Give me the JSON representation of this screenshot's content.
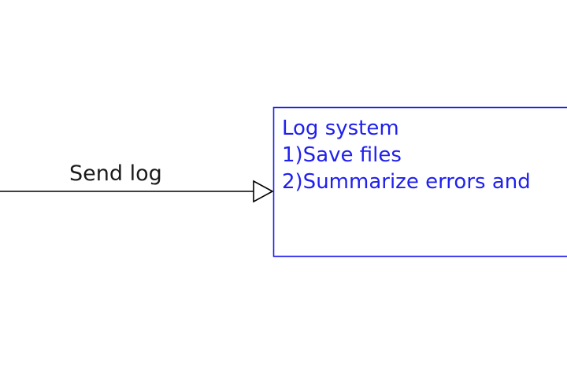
{
  "edge": {
    "label": "Send log",
    "color": "#000000"
  },
  "node": {
    "lines": [
      "Log system",
      "1)Save files",
      "2)Summarize errors and"
    ],
    "border_color": "#2020ee",
    "text_color": "#2020ee"
  }
}
